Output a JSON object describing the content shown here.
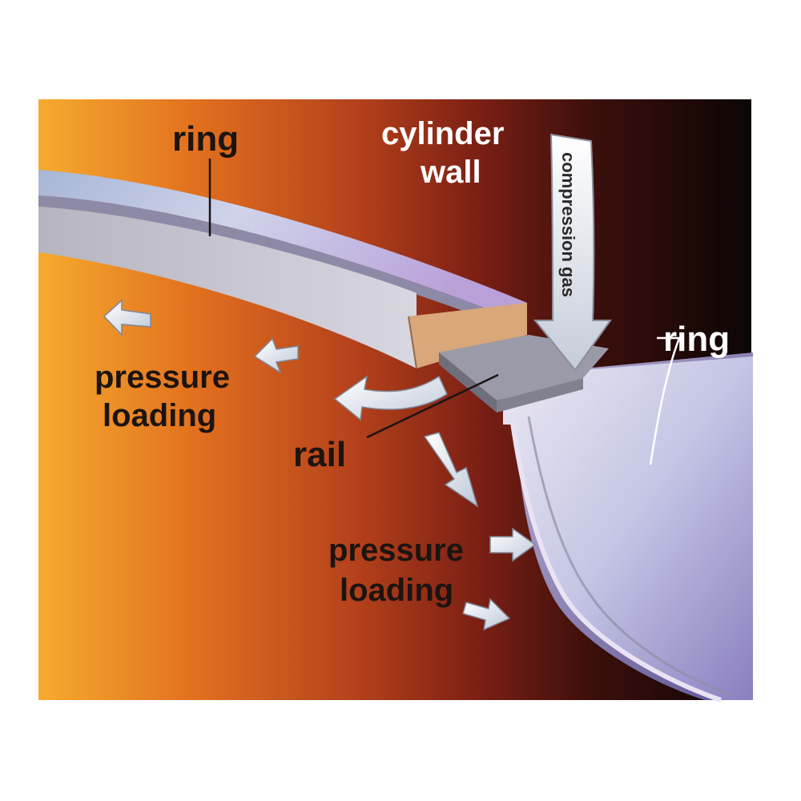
{
  "diagram": {
    "labels": {
      "ring_top": "ring",
      "cylinder_wall_line1": "cylinder",
      "cylinder_wall_line2": "wall",
      "compression_gas": "compression gas",
      "ring_right": "ring",
      "pressure_loading_left_line1": "pressure",
      "pressure_loading_left_line2": "loading",
      "rail": "rail",
      "pressure_loading_bottom_line1": "pressure",
      "pressure_loading_bottom_line2": "loading"
    },
    "colors": {
      "background_left": "#f2a22a",
      "background_mid": "#b8401a",
      "background_right": "#100806",
      "ring_face": "#c9cde6",
      "ring_edge": "#7b7fb2",
      "arrow_fill": "#e6eaf2",
      "text_dark": "#1c1410",
      "text_light": "#ffffff"
    }
  }
}
